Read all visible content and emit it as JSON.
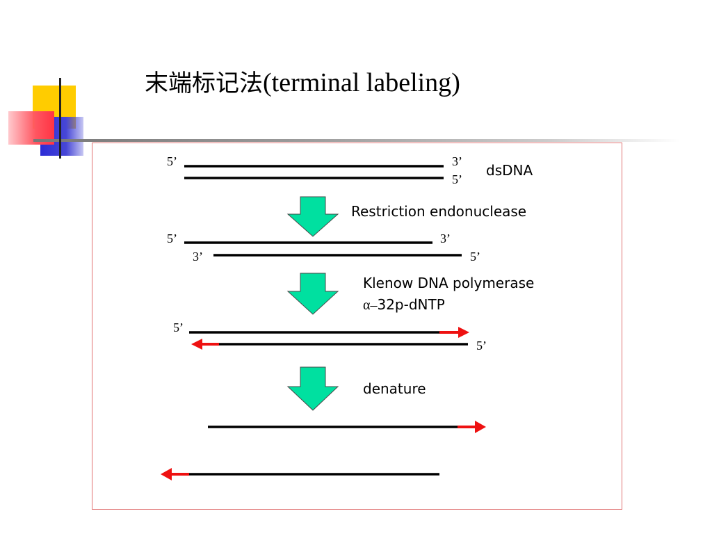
{
  "title": {
    "chinese": "末端标记法",
    "paren_open": "(",
    "english": "terminal labeling",
    "paren_close": ")"
  },
  "diagram": {
    "step1": {
      "top_left": "5’",
      "top_right": "3’",
      "bottom_right": "5’",
      "name": "dsDNA"
    },
    "step2": {
      "enzyme": "Restriction endonuclease",
      "top_left": "5’",
      "top_right": "3’",
      "bottom_left": "3’",
      "bottom_right": "5’"
    },
    "step3": {
      "enzyme_line1": "Klenow DNA polymerase",
      "enzyme_line2_symbol": "α–",
      "enzyme_line2_text": "32p-dNTP",
      "top_left": "5’",
      "bottom_right": "5’"
    },
    "step4": {
      "label": "denature"
    }
  },
  "colors": {
    "arrow_fill": "#00e0a0",
    "label_arrow": "#ee1111",
    "frame_border": "#e07070",
    "strand": "#000000"
  }
}
